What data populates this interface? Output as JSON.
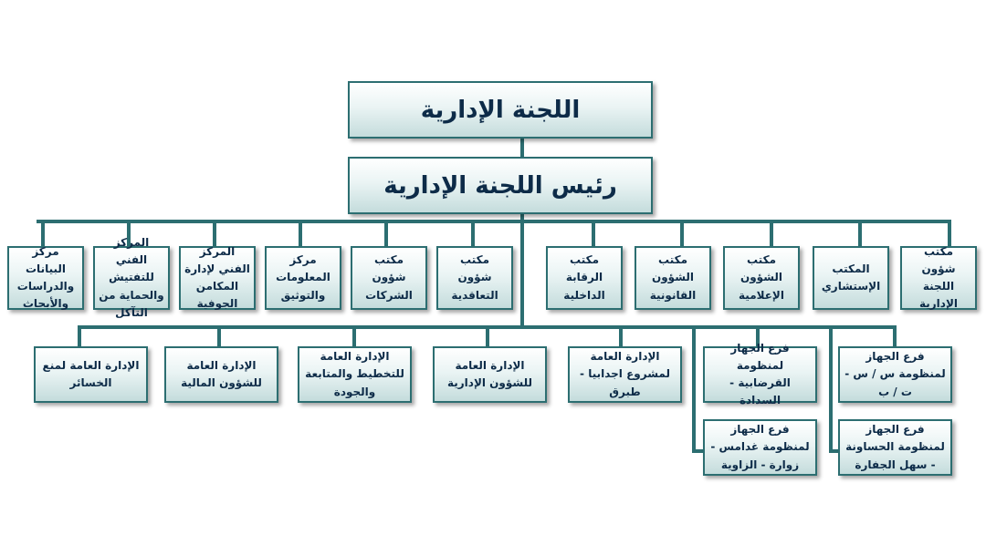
{
  "title": "اللجنة الإدارية",
  "head": "رئيس اللجنة الإدارية",
  "row1": [
    "مكتب شؤون اللجنة الإدارية",
    "المكتب الإستشاري",
    "مكتب الشؤون الإعلامية",
    "مكتب الشؤون القانونية",
    "مكتب الرقابة الداخلية",
    "مكتب شؤون التعاقدية",
    "مكتب شؤون الشركات",
    "مركز المعلومات والتوثيق",
    "المركز الفني لإدارة المكامن الجوفية",
    "المركز الفني للتفتيش والحماية من التآكل",
    "مركز البيانات والدراسات والأبحاث"
  ],
  "row2": [
    "فرع الجهاز لمنظومة س / س - ت / ب",
    "فرع الجهاز لمنظومة القرضابية - السدادة",
    "الإدارة العامة لمشروع اجدابيا - طبرق",
    "الإدارة العامة للشؤون الإدارية",
    "الإدارة العامة للتخطيط والمتابعة والجودة",
    "الإدارة العامة للشؤون المالية",
    "الإدارة العامة لمنع الخسائر"
  ],
  "row3": [
    "فرع الجهاز لمنظومة الحساونة - سهل الجفارة",
    "فرع الجهاز لمنظومة غدامس - زوارة - الزاوية"
  ]
}
